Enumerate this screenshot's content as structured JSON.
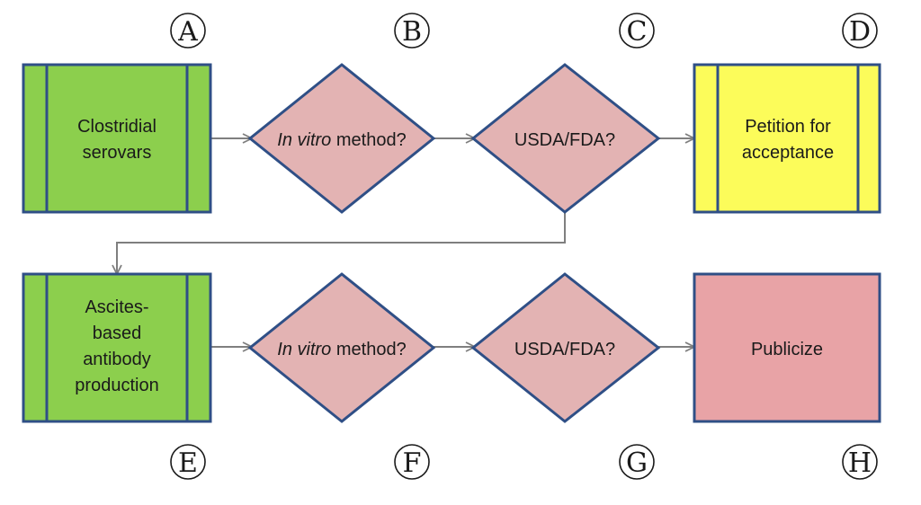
{
  "colors": {
    "green": "#8ccf4d",
    "yellow": "#fcfc5a",
    "pink": "#e3b3b3",
    "pink_box": "#e8a3a6",
    "stroke": "#2f4f86",
    "edge": "#7f7f7f"
  },
  "markers": {
    "A": "A",
    "B": "B",
    "C": "C",
    "D": "D",
    "E": "E",
    "F": "F",
    "G": "G",
    "H": "H"
  },
  "row1": {
    "start": {
      "lines": [
        "Clostridial",
        "serovars"
      ]
    },
    "q1": {
      "italic": "In vitro",
      "rest": " method?"
    },
    "q2": {
      "text": "USDA/FDA?"
    },
    "end": {
      "lines": [
        "Petition for",
        "acceptance"
      ]
    }
  },
  "row2": {
    "start": {
      "lines": [
        "Ascites-",
        "based",
        "antibody",
        "production"
      ]
    },
    "q1": {
      "italic": "In vitro",
      "rest": " method?"
    },
    "q2": {
      "text": "USDA/FDA?"
    },
    "end": {
      "text": "Publicize"
    }
  }
}
